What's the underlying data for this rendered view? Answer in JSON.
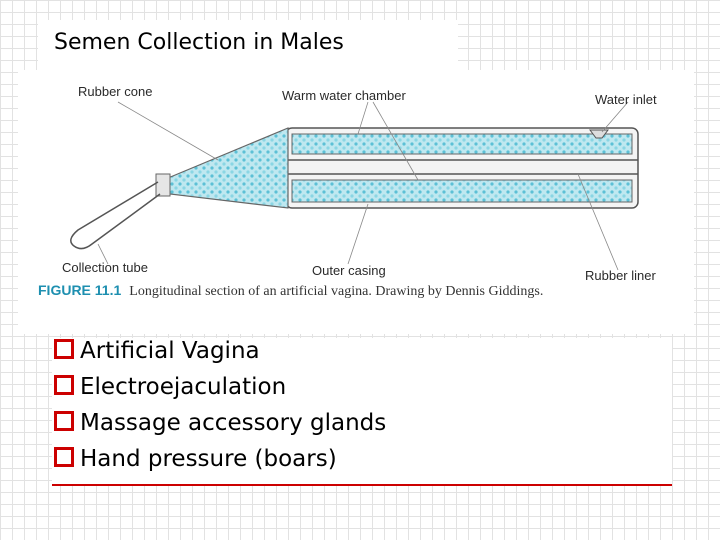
{
  "slide": {
    "title": "Semen Collection in Males"
  },
  "figure": {
    "labels": {
      "rubber_cone": "Rubber cone",
      "warm_water_chamber": "Warm water chamber",
      "water_inlet": "Water inlet",
      "collection_tube": "Collection tube",
      "outer_casing": "Outer casing",
      "rubber_liner": "Rubber liner"
    },
    "caption_label": "FIGURE 11.1",
    "caption_text": "Longitudinal section of an artificial vagina. Drawing by Dennis Giddings."
  },
  "bullets": [
    {
      "text": "Artificial Vagina"
    },
    {
      "text": "Electroejaculation"
    },
    {
      "text": "Massage accessory glands"
    },
    {
      "text": "Hand pressure (boars)"
    }
  ],
  "colors": {
    "bullet_box": "#cc0000",
    "divider": "#cc0000",
    "figure_label": "#1d8fb0",
    "fluid_fill": "#7fd0e0"
  }
}
